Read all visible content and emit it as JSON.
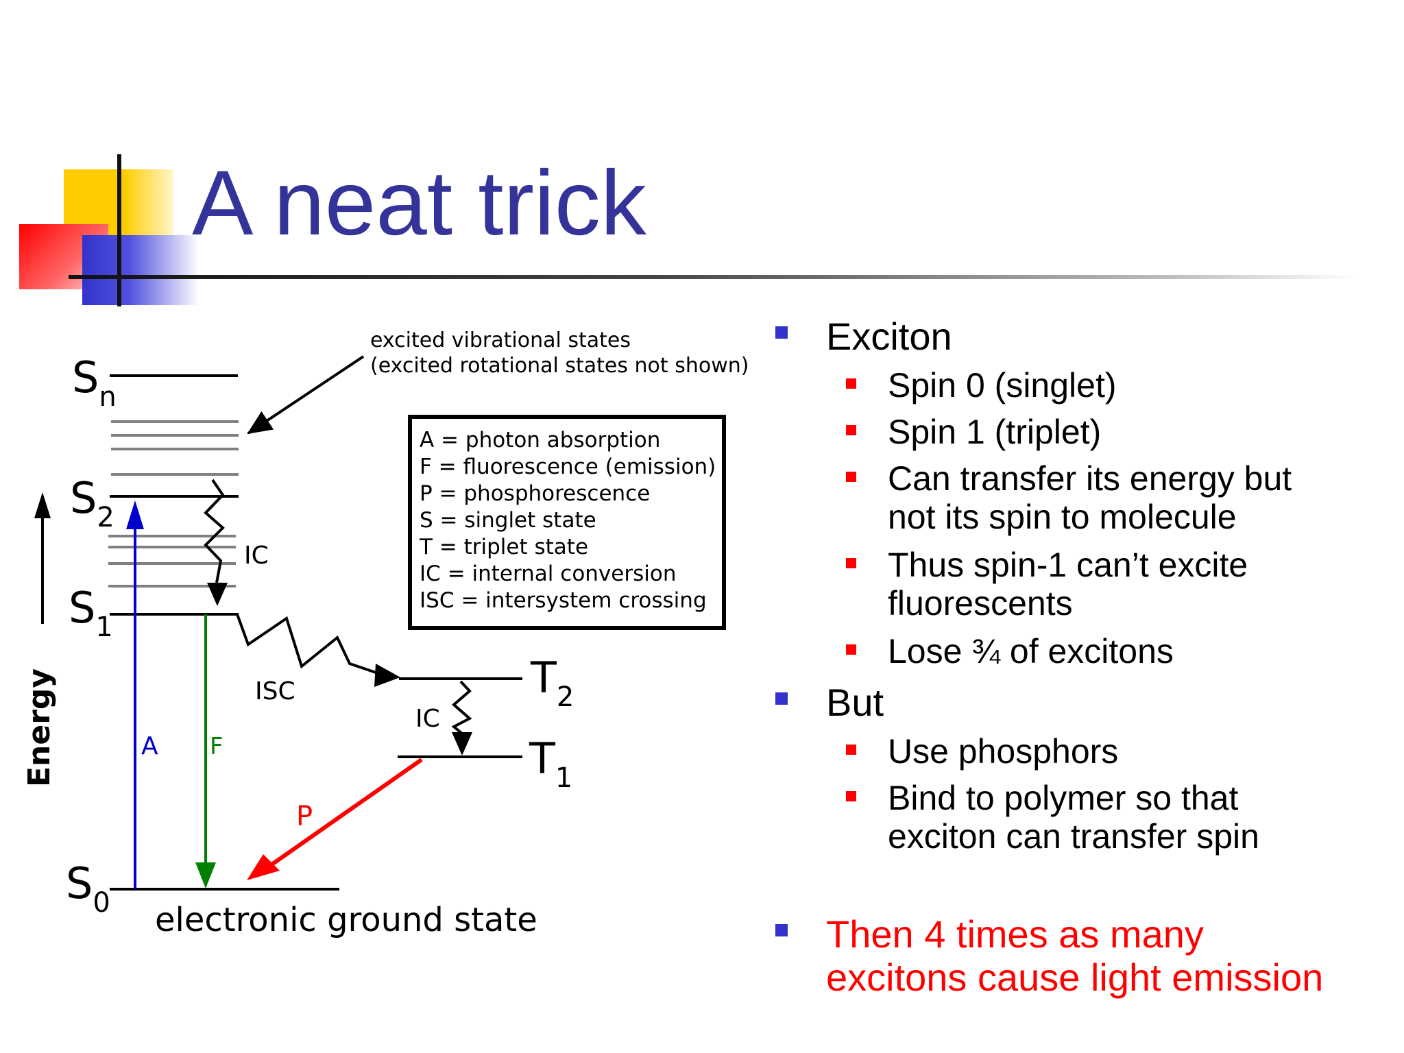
{
  "title": "A neat trick",
  "diagram": {
    "annotation_line1": "excited vibrational states",
    "annotation_line2": "(excited rotational states not shown)",
    "legend": [
      "A = photon absorption",
      "F = fluorescence (emission)",
      "P = phosphorescence",
      "S = singlet state",
      "T = triplet state",
      "IC = internal conversion",
      "ISC = intersystem crossing"
    ],
    "axis_label": "Energy",
    "ground_label": "electronic ground state",
    "state_S": "S",
    "state_T": "T",
    "sub_n": "n",
    "sub_2": "2",
    "sub_1": "1",
    "sub_0": "0",
    "label_IC": "IC",
    "label_ISC": "ISC",
    "label_A": "A",
    "label_F": "F",
    "label_P": "P",
    "colors": {
      "A": "#0000cc",
      "F": "#008000",
      "P": "#ff0000"
    }
  },
  "bullets": [
    {
      "text": "Exciton",
      "sub": [
        "Spin 0 (singlet)",
        "Spin 1 (triplet)",
        [
          "Can transfer its energy but",
          "not its spin to molecule"
        ],
        [
          "Thus spin-1 can’t excite",
          "fluorescents"
        ],
        "Lose ¾ of excitons"
      ]
    },
    {
      "text": "But",
      "sub": [
        "Use phosphors",
        [
          "Bind to polymer so that",
          "exciton can transfer spin"
        ]
      ]
    }
  ],
  "conclusion": [
    "Then 4 times as many",
    "excitons cause light emission"
  ],
  "colors": {
    "title": "#333399",
    "bullet_l1": "#3333cc",
    "bullet_l2": "#ff0000",
    "conclusion": "#ff0000"
  }
}
